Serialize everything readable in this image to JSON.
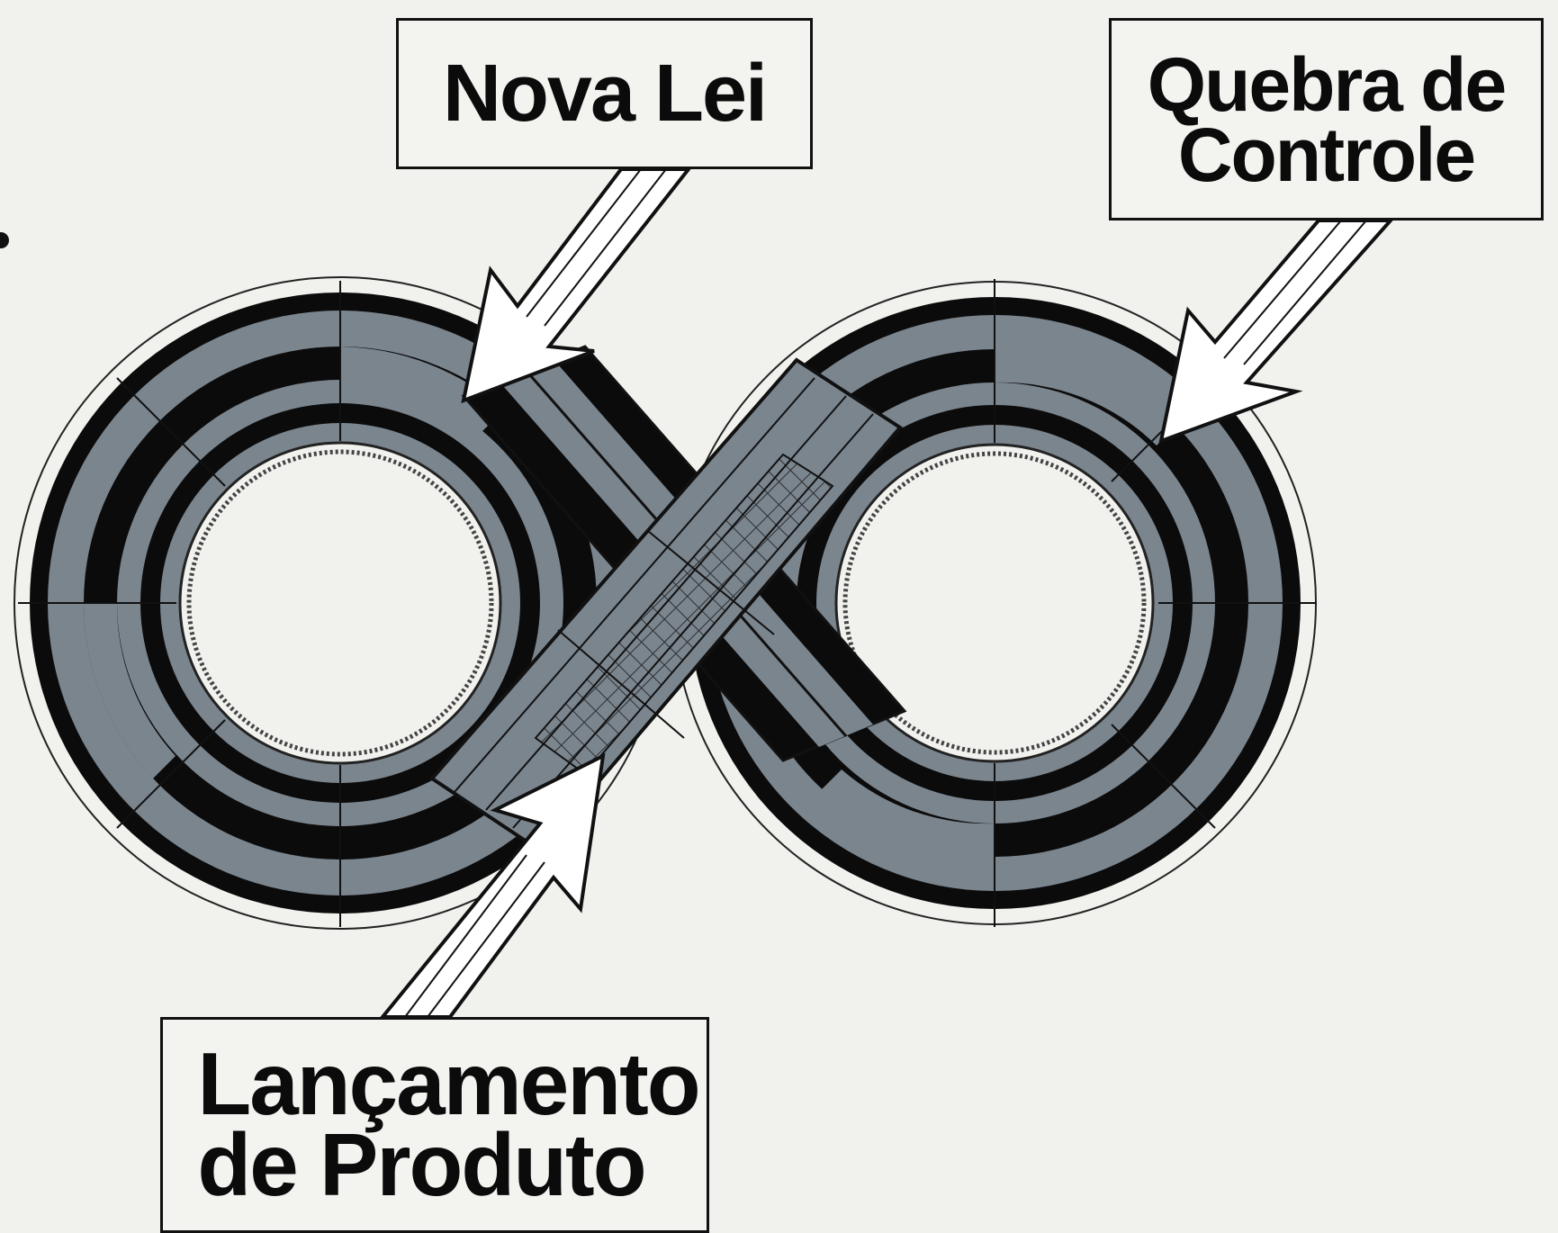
{
  "labels": {
    "nova_lei": "Nova Lei",
    "quebra": {
      "line1": "Quebra de",
      "line2": "Controle"
    },
    "lancamento": {
      "line1": "Lançamento",
      "line2": "de Produto"
    }
  },
  "colors": {
    "background": "#f1f1ee",
    "track_gray": "#7b858e",
    "track_black": "#0b0b0b",
    "arrow_fill": "#ffffff",
    "outline": "#111111"
  },
  "icons": [
    "infinity-loop-icon",
    "arrow-down-left-icon",
    "arrow-up-right-icon"
  ]
}
